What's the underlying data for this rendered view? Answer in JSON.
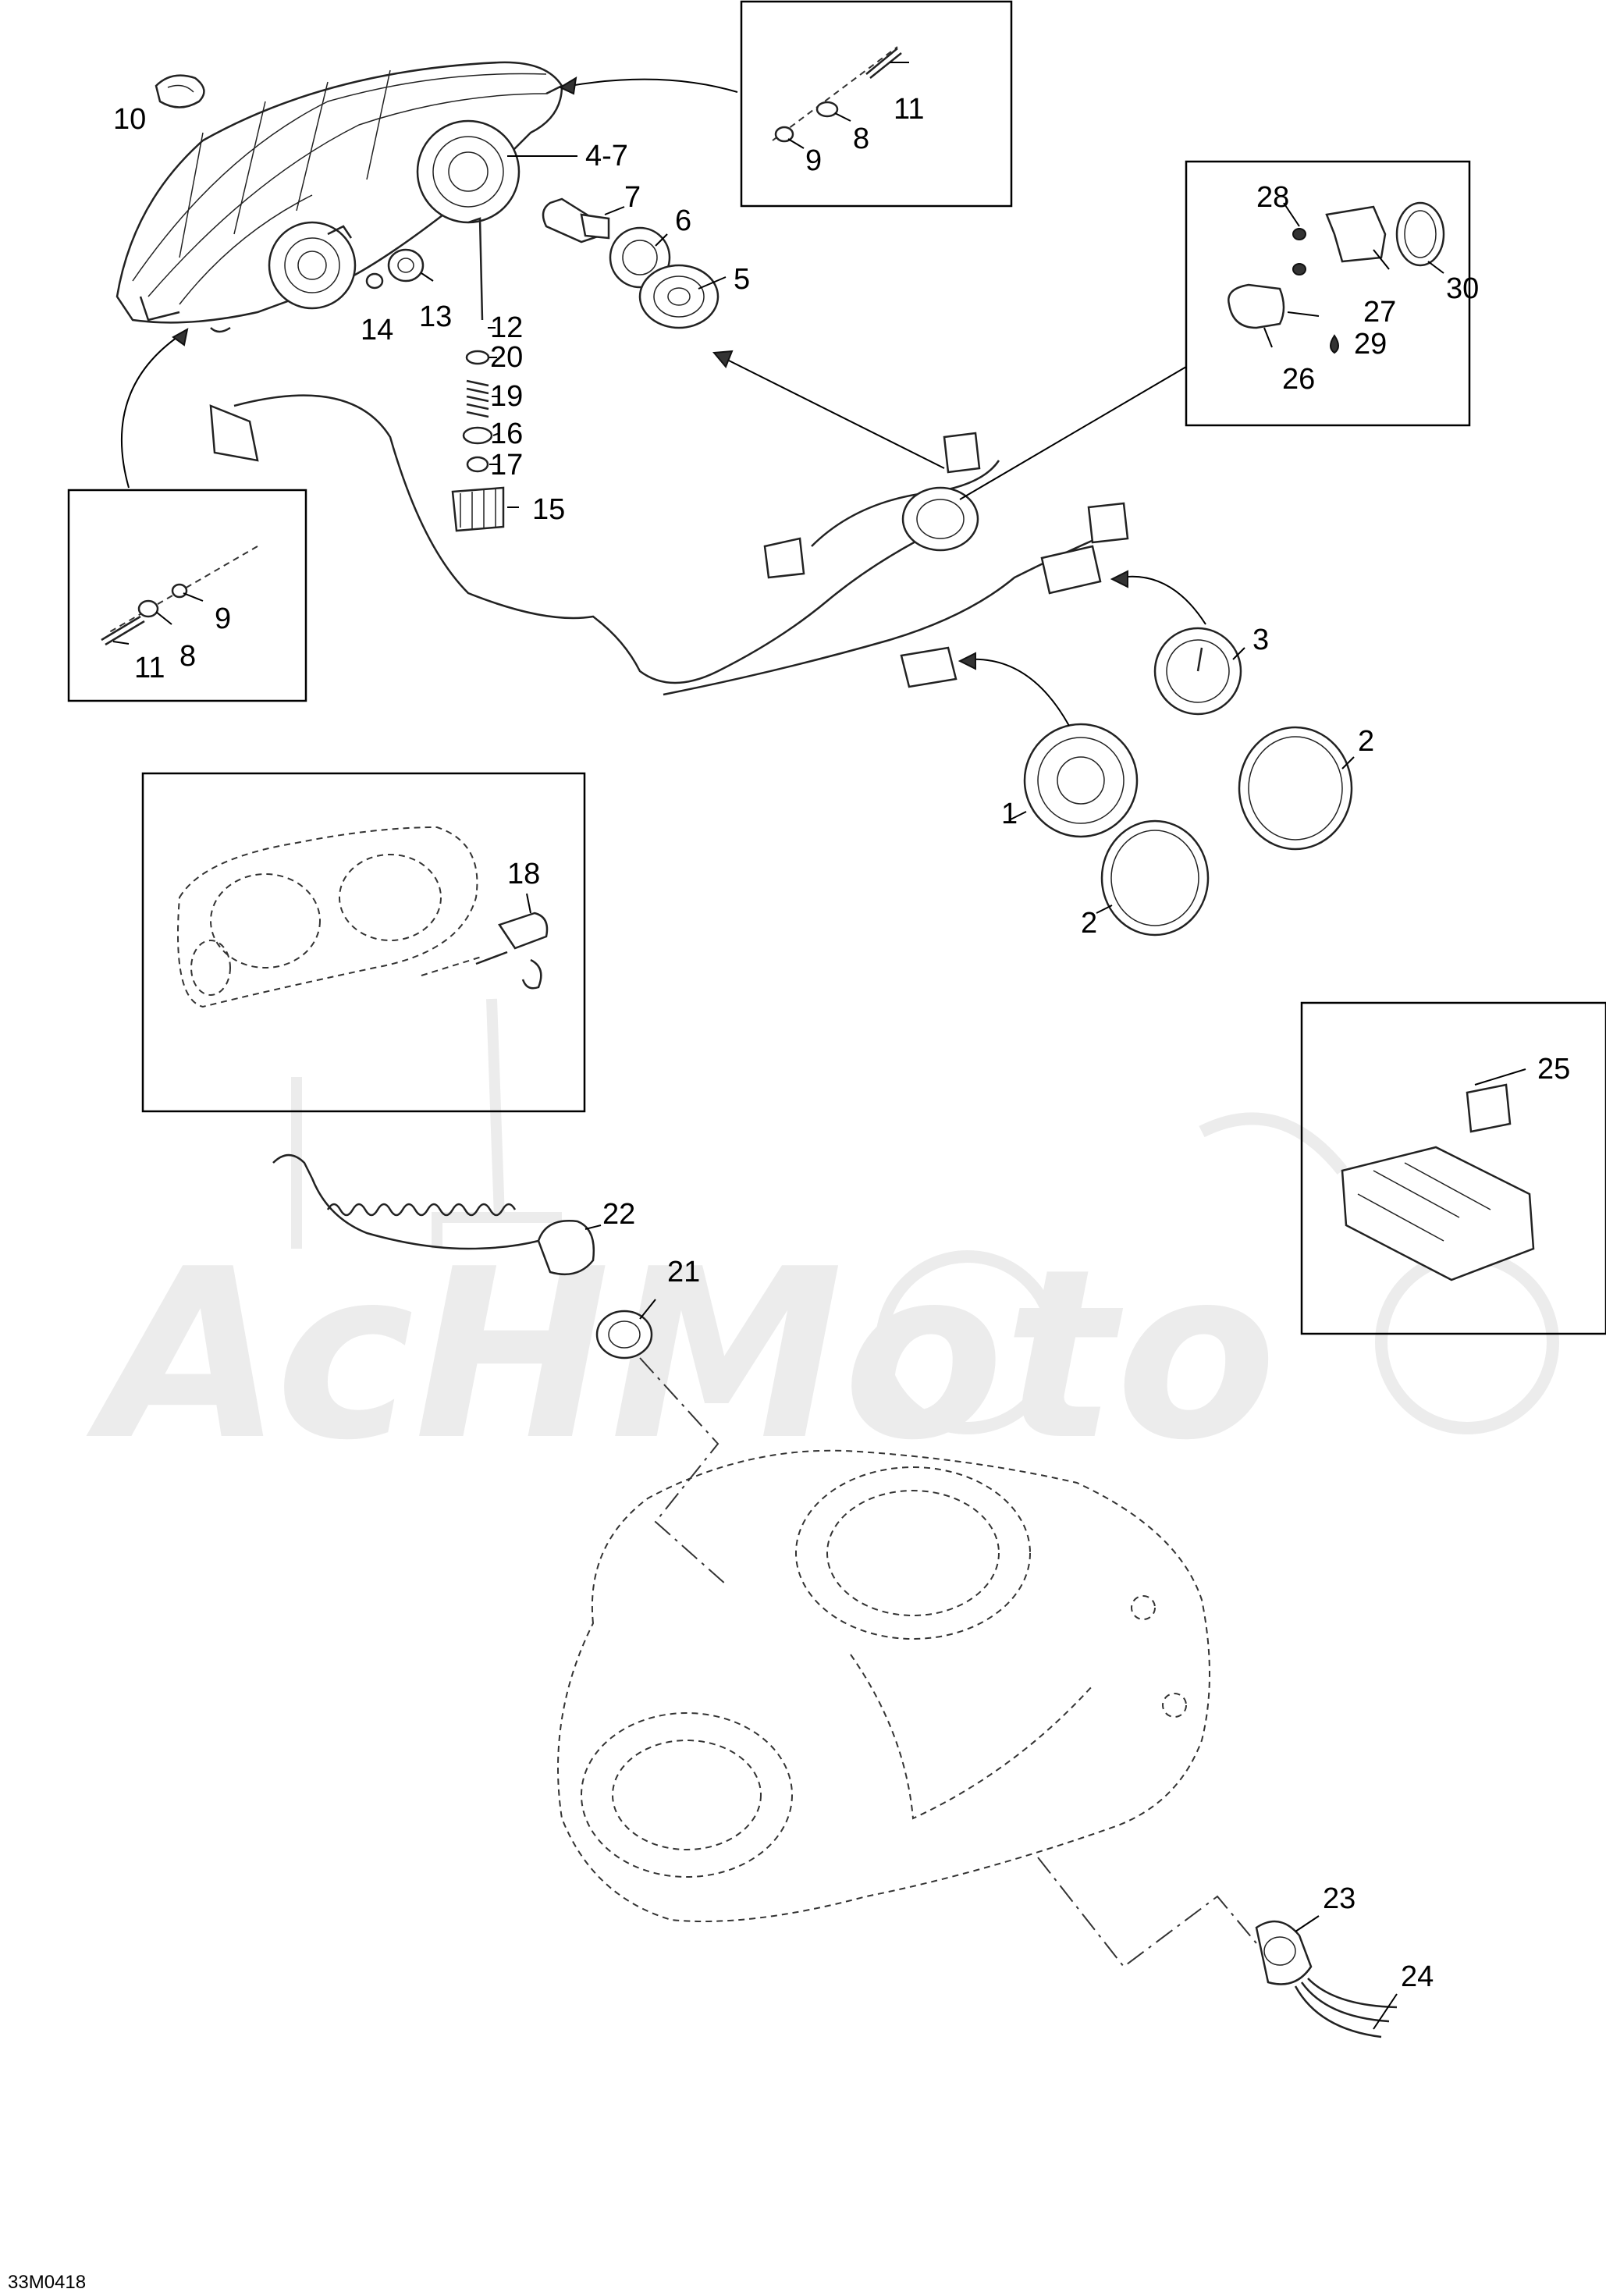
{
  "diagram": {
    "watermark": "AcHMoto",
    "drawing_code": "33M0418",
    "callouts": {
      "c1": "1",
      "c2a": "2",
      "c2b": "2",
      "c3": "3",
      "c47": "4-7",
      "c5": "5",
      "c6": "6",
      "c7": "7",
      "c8a": "8",
      "c8b": "8",
      "c9a": "9",
      "c9b": "9",
      "c10": "10",
      "c11a": "11",
      "c11b": "11",
      "c12": "12",
      "c13": "13",
      "c14": "14",
      "c15": "15",
      "c16": "16",
      "c17": "17",
      "c18": "18",
      "c19": "19",
      "c20": "20",
      "c21": "21",
      "c22": "22",
      "c23": "23",
      "c24": "24",
      "c25": "25",
      "c26": "26",
      "c27": "27",
      "c28": "28",
      "c29": "29",
      "c30": "30"
    },
    "colors": {
      "line": "#222222",
      "watermark": "#ececec",
      "background": "#ffffff"
    }
  }
}
